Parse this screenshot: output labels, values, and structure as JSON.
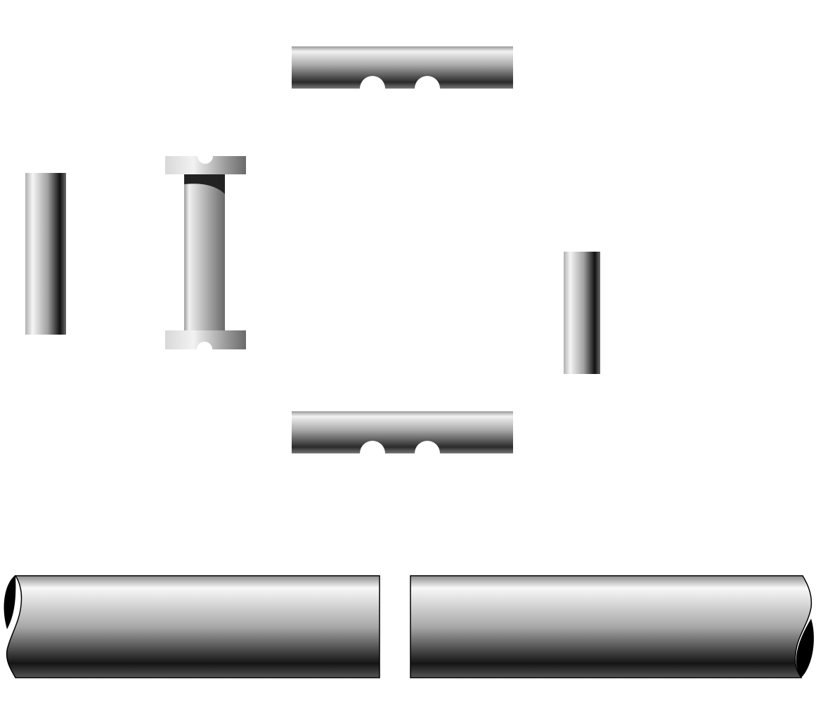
{
  "diagram": {
    "kind": "pipe-and-fitting-parts",
    "background": "#ffffff",
    "parts": [
      {
        "id": "top-clamp-bar",
        "name": "clamp-bar",
        "orientation": "horizontal",
        "notches": 2
      },
      {
        "id": "bottom-clamp-bar",
        "name": "clamp-bar",
        "orientation": "horizontal",
        "notches": 2
      },
      {
        "id": "left-tube",
        "name": "tube",
        "orientation": "vertical"
      },
      {
        "id": "spool-roller",
        "name": "spool-with-flanges",
        "orientation": "vertical"
      },
      {
        "id": "right-tube",
        "name": "tube",
        "orientation": "vertical"
      },
      {
        "id": "long-pipe-left",
        "name": "broken-pipe-section",
        "orientation": "horizontal"
      },
      {
        "id": "long-pipe-right",
        "name": "broken-pipe-section",
        "orientation": "horizontal"
      }
    ],
    "colors": {
      "metal_dark": "#111111",
      "metal_mid": "#8a8a8a",
      "metal_light": "#f4f4f4",
      "outline": "#000000"
    }
  }
}
